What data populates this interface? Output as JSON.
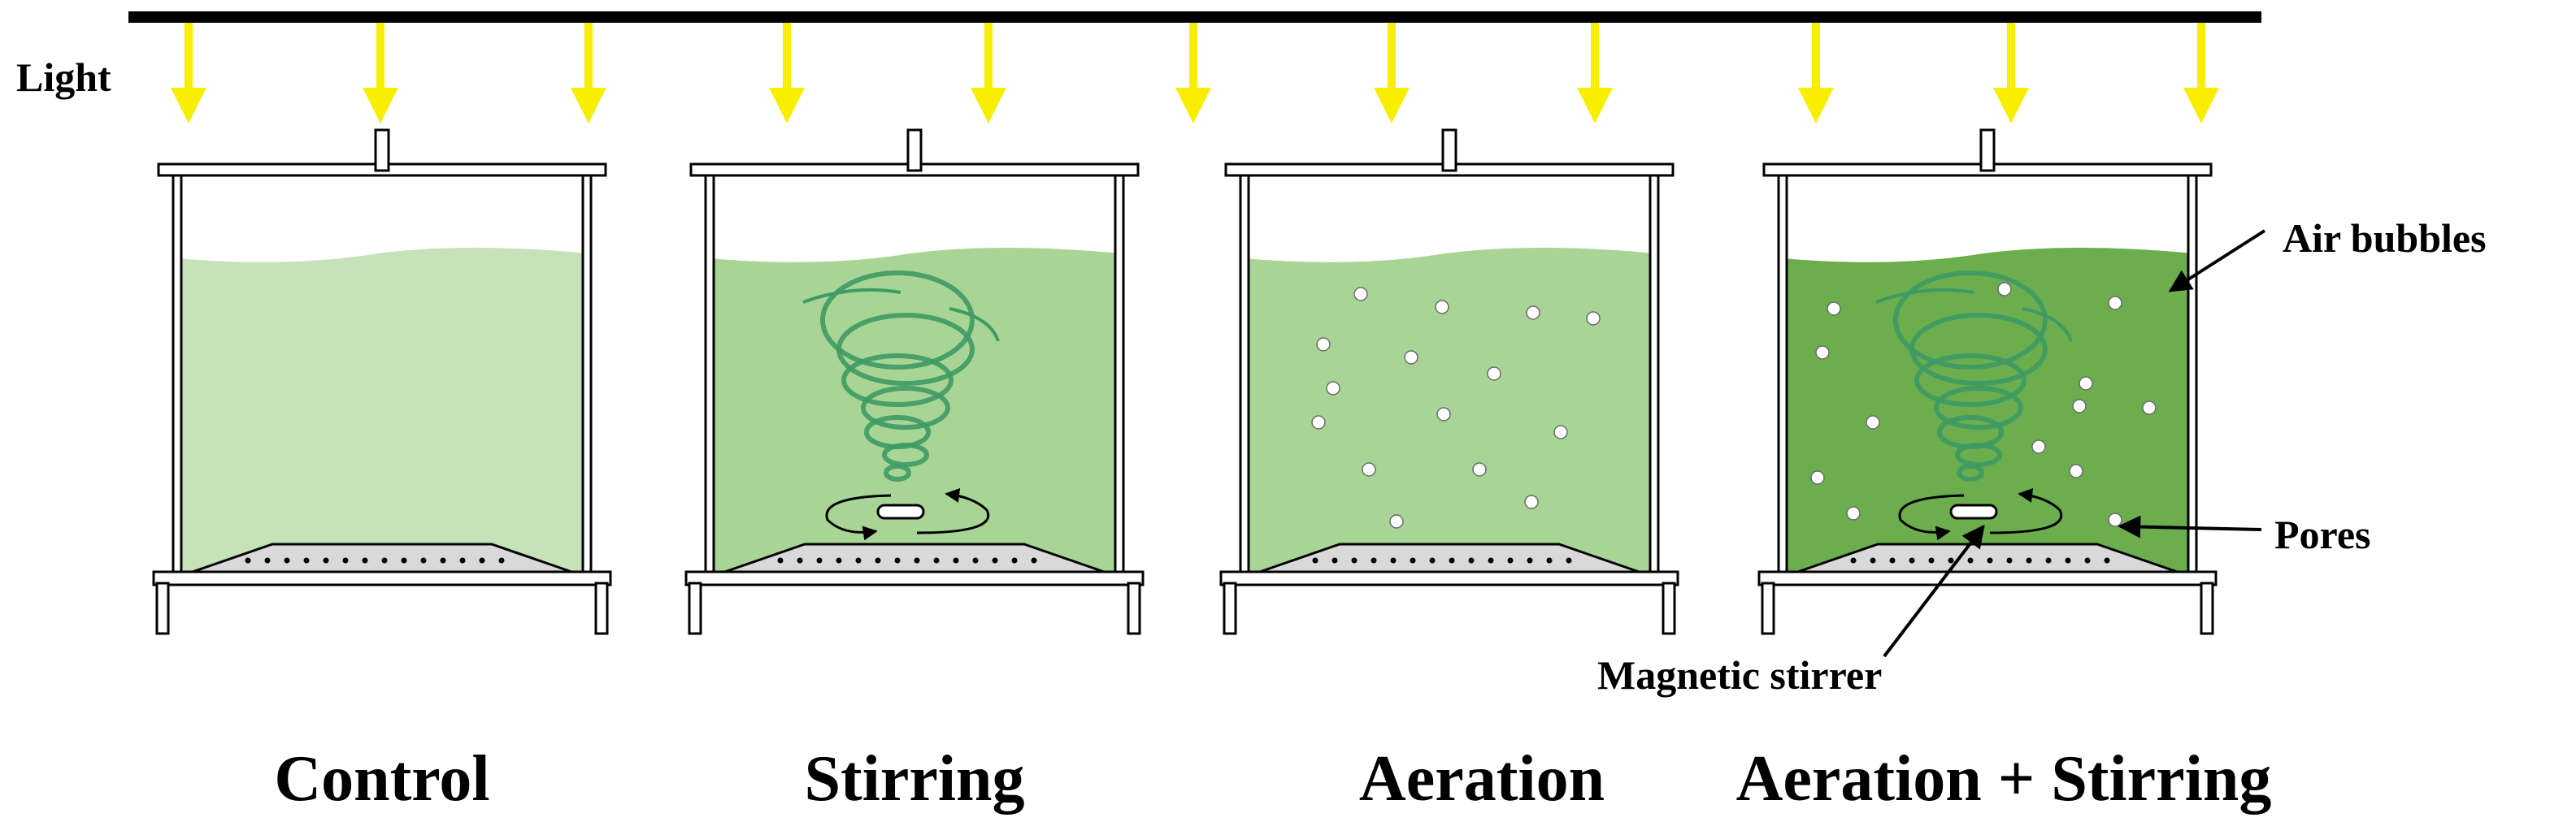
{
  "labels": {
    "light": "Light",
    "air_bubbles": "Air bubbles",
    "pores": "Pores",
    "magnetic_stirrer": "Magnetic stirrer"
  },
  "vessels": [
    {
      "title": "Control",
      "liquid": "#c5e2b8",
      "stirring": false,
      "aeration": false
    },
    {
      "title": "Stirring",
      "liquid": "#a8d595",
      "stirring": true,
      "aeration": false
    },
    {
      "title": "Aeration",
      "liquid": "#a8d595",
      "stirring": false,
      "aeration": true
    },
    {
      "title": "Aeration + Stirring",
      "liquid": "#6cae4e",
      "stirring": true,
      "aeration": true
    }
  ],
  "colors": {
    "light_arrow": "#f7ee00",
    "frame": "#000000",
    "liquid_surface": "#ffffff",
    "vortex": "#3e9a64",
    "diffuser": "#d9d9d9",
    "bubble": "#ffffff"
  },
  "icons": {
    "light": "down-arrow-icon",
    "vortex": "vortex-icon",
    "stir_bar": "stir-bar-icon",
    "bubble": "bubble-icon"
  }
}
